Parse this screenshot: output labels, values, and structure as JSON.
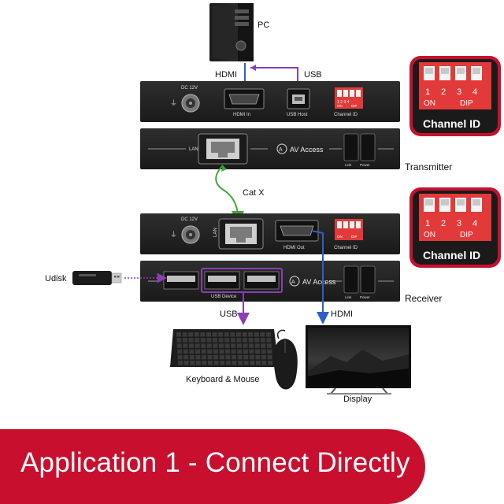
{
  "devices": {
    "pc": "PC",
    "transmitter": "Transmitter",
    "receiver": "Receiver",
    "udisk": "Udisk",
    "keyboard_mouse": "Keyboard & Mouse",
    "display": "Display"
  },
  "cables": {
    "hdmi_in": "HDMI",
    "usb_host": "USB",
    "catx": "Cat X",
    "usb_device": "USB",
    "hdmi_out": "HDMI"
  },
  "tx_panel": {
    "dc": "DC 12V",
    "hdmi_in": "HDMI In",
    "usb_host": "USB Host",
    "channel_id": "Channel ID",
    "dip_labels": "1 2 3 4",
    "dip_on": "ON",
    "dip_dip": "DIP",
    "lan": "LAN",
    "brand": "AV Access",
    "link": "Link",
    "power": "Power"
  },
  "rx_panel": {
    "dc": "DC 12V",
    "lan": "LAN",
    "hdmi_out": "HDMI Out",
    "channel_id": "Channel ID",
    "dip_on": "ON",
    "dip_dip": "DIP",
    "usb_device": "USB Device",
    "brand": "AV Access",
    "link": "Link",
    "power": "Power"
  },
  "callout": {
    "label": "Channel ID",
    "digits": [
      "1",
      "2",
      "3",
      "4"
    ],
    "on": "ON",
    "dip": "DIP"
  },
  "banner": {
    "text": "Application 1 - Connect Directly"
  },
  "colors": {
    "hdmi_cable": "#2f5fc4",
    "usb_cable": "#8a3fb5",
    "cat_cable": "#3fa63a",
    "banner": "#c8102e",
    "dip_red": "#e23a3a",
    "panel": "#232323"
  }
}
